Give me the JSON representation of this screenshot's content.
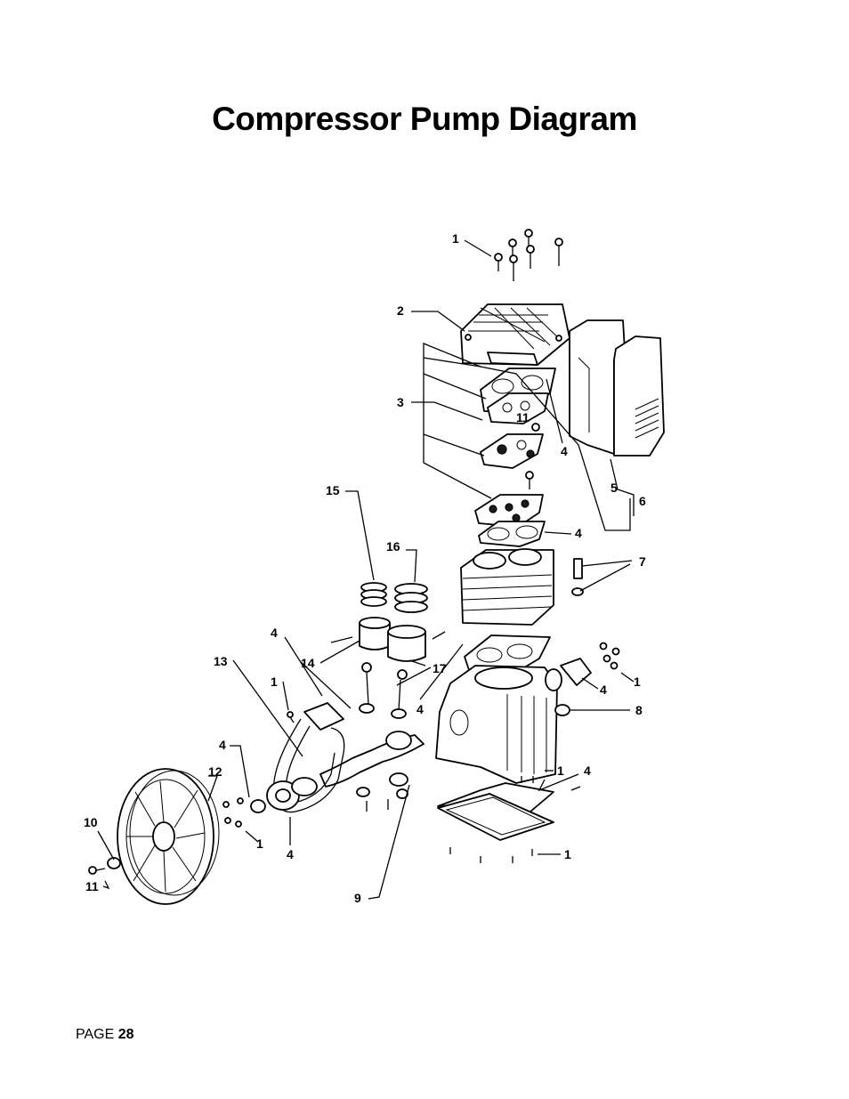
{
  "page": {
    "title": "Compressor Pump Diagram",
    "footer": {
      "page_label": "PAGE",
      "page_number": "28"
    }
  },
  "diagram": {
    "callouts": [
      "1",
      "2",
      "3",
      "11",
      "4",
      "5",
      "6",
      "15",
      "16",
      "4",
      "7",
      "4",
      "13",
      "14",
      "17",
      "1",
      "4",
      "1",
      "8",
      "4",
      "12",
      "1",
      "4",
      "1",
      "4",
      "1",
      "10",
      "11",
      "9"
    ]
  }
}
